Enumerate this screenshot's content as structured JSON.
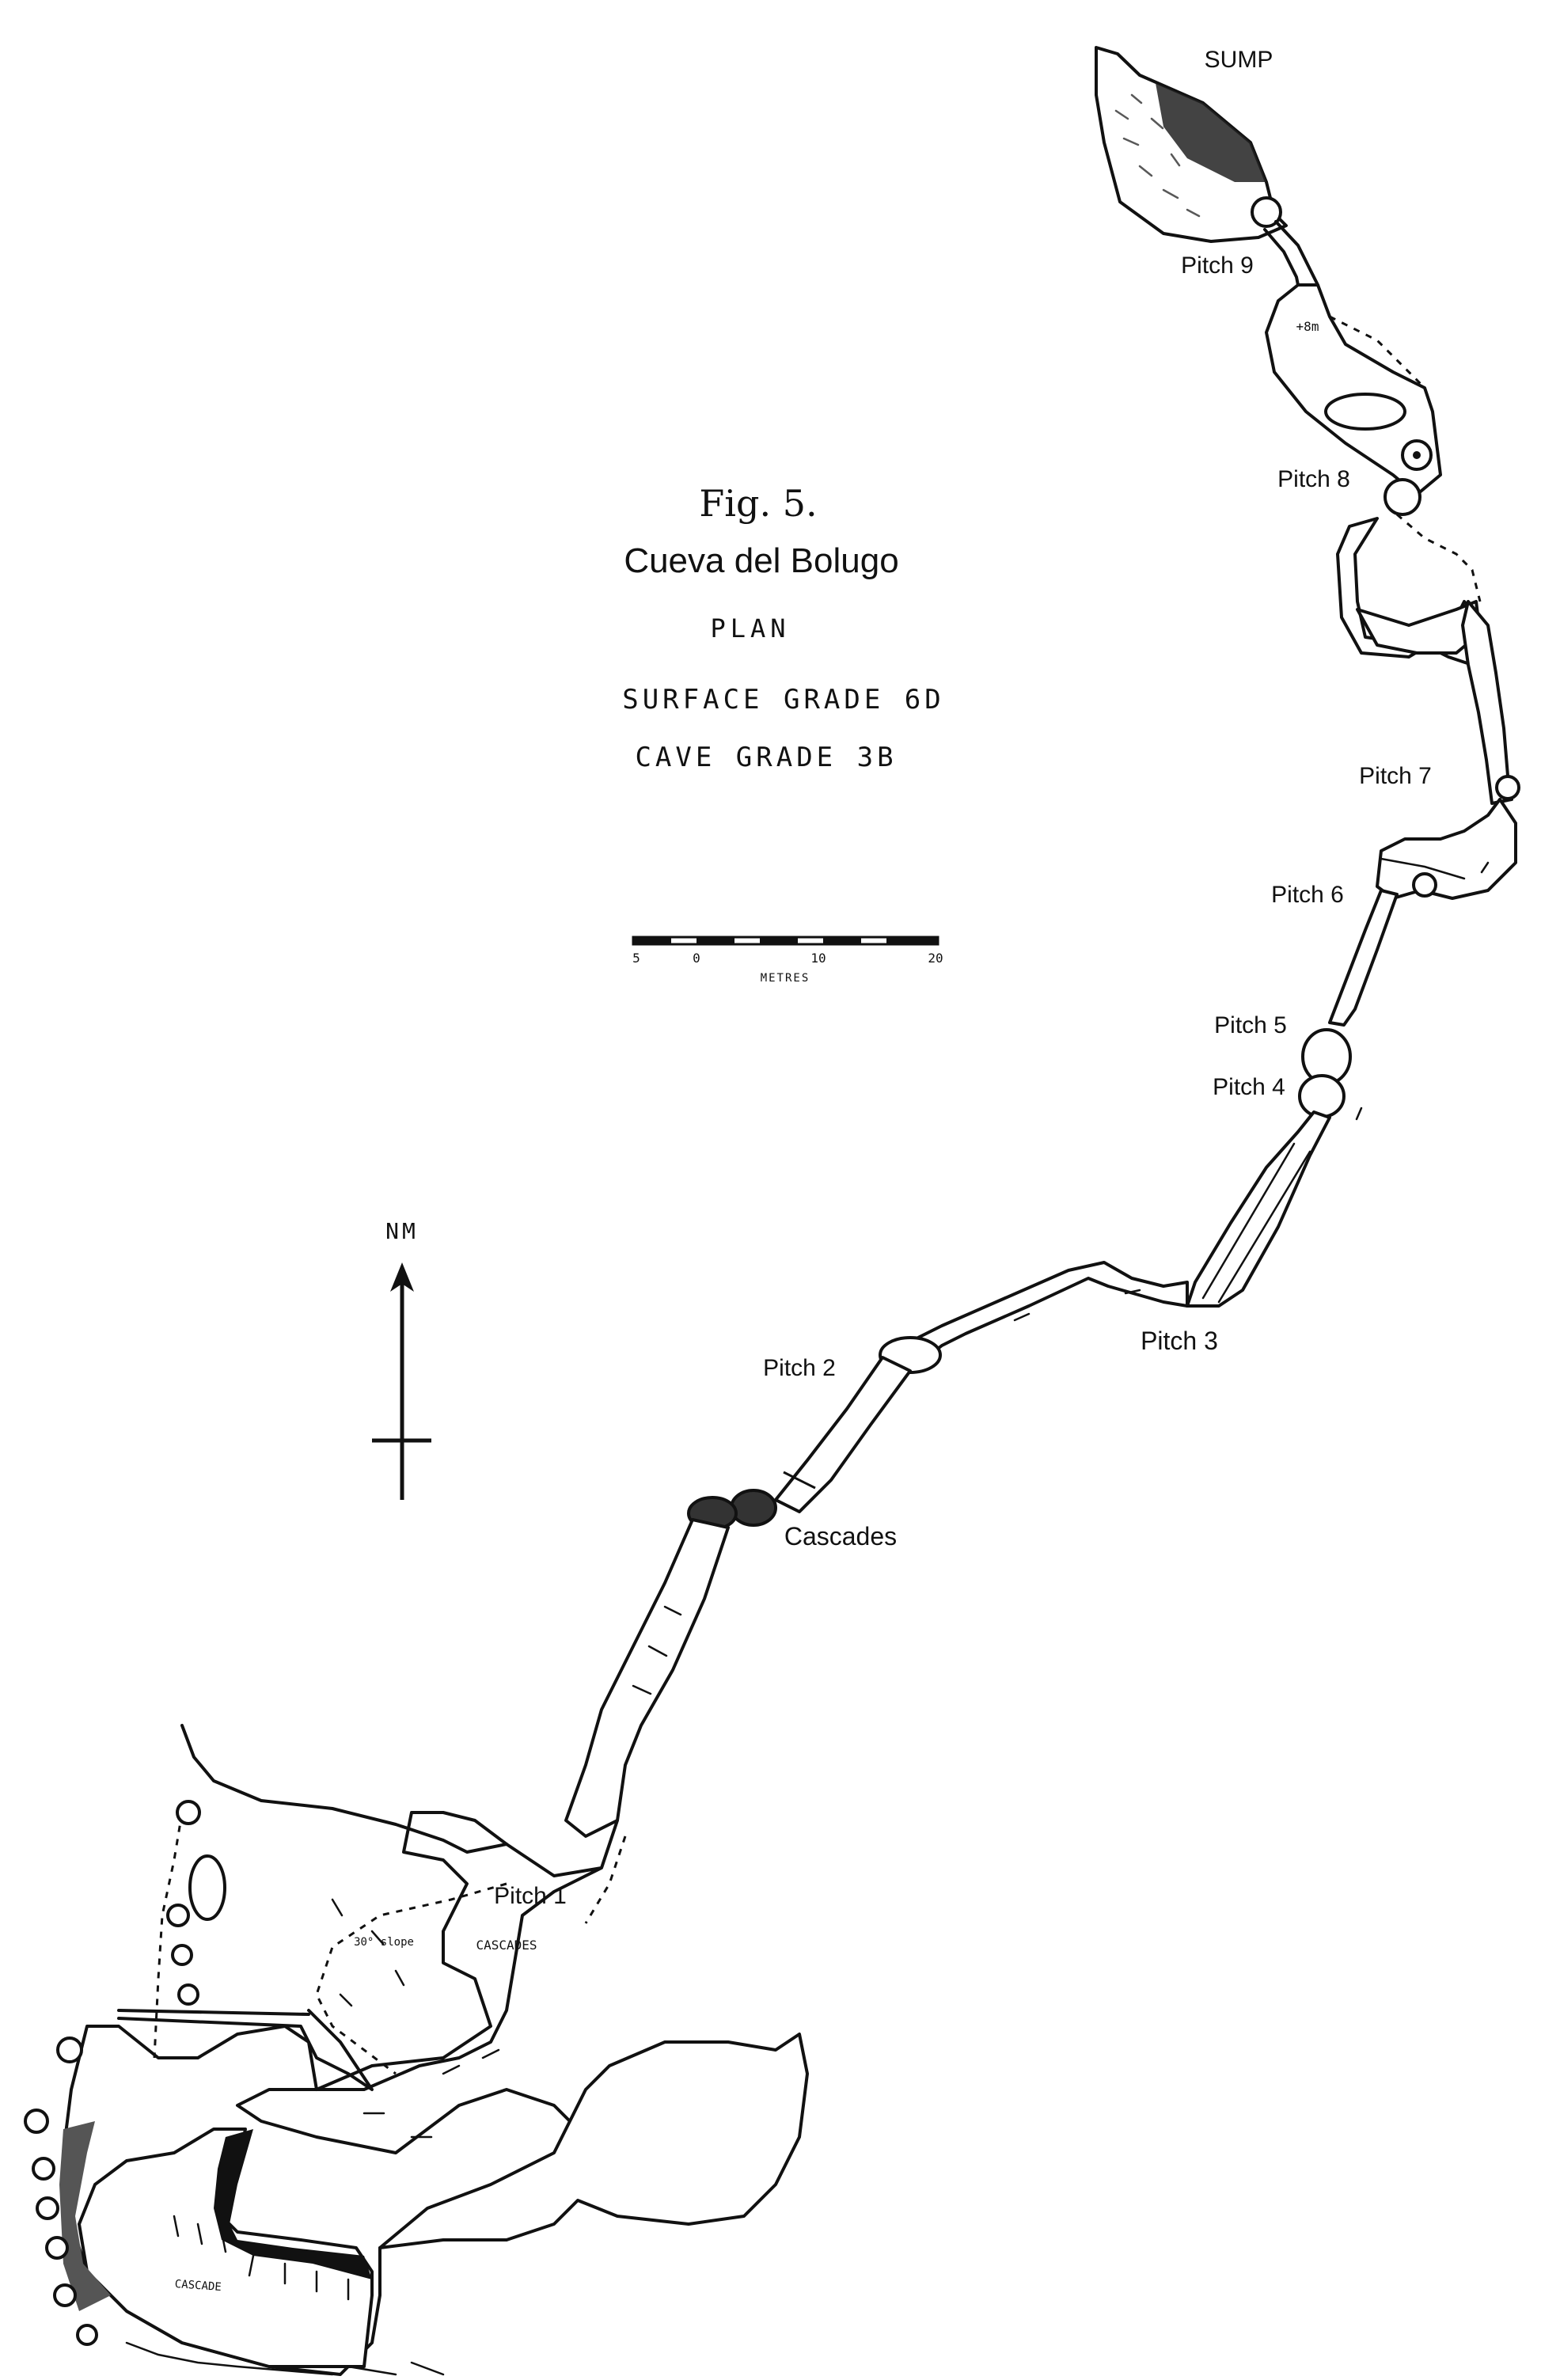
{
  "title": {
    "figure": "Fig. 5.",
    "cave_name": "Cueva del Bolugo",
    "view": "PLAN",
    "surface_grade": "SURFACE GRADE 6D",
    "cave_grade": "CAVE GRADE 3B"
  },
  "scale_bar": {
    "ticks": [
      "5",
      "0",
      "10",
      "20"
    ],
    "unit": "METRES"
  },
  "north_arrow": {
    "label": "NM"
  },
  "features": {
    "sump": "SUMP",
    "pitch_9": "Pitch 9",
    "pitch_8": "Pitch 8",
    "pitch_7": "Pitch 7",
    "pitch_6": "Pitch 6",
    "pitch_5": "Pitch 5",
    "pitch_4": "Pitch 4",
    "pitch_3": "Pitch 3",
    "pitch_2": "Pitch 2",
    "cascades_mid": "Cascades",
    "pitch_1": "Pitch 1",
    "cascades_entrance": "CASCADES",
    "slope_note": "30° slope",
    "height_note": "+8m",
    "cascade_lower": "CASCADE"
  }
}
